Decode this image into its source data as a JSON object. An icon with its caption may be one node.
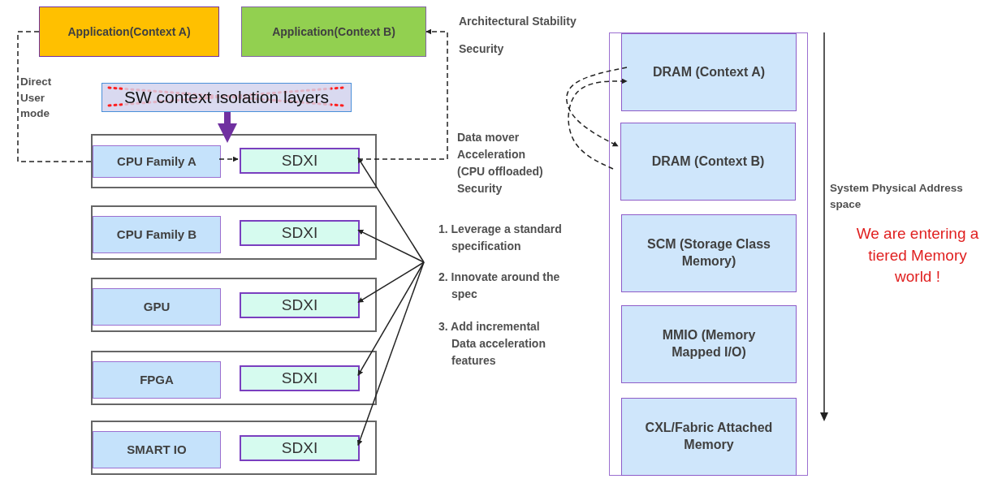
{
  "diagram": {
    "nodes": [
      {
        "text": [
          "Application(Context  A)"
        ]
      },
      {
        "text": [
          "Application(Context B)"
        ]
      },
      {
        "text": [
          "SW context isolation layers"
        ]
      },
      {
        "text": [],
        "shape": "box"
      },
      {
        "text": [
          "CPU Family A"
        ],
        "in": 3
      },
      {
        "text": [
          "SDXI"
        ],
        "in": 3
      },
      {
        "text": [],
        "shape": "box"
      },
      {
        "text": [
          "CPU Family B"
        ],
        "in": 6
      },
      {
        "text": [
          "SDXI"
        ],
        "in": 6
      },
      {
        "text": [],
        "shape": "box"
      },
      {
        "text": [
          "GPU"
        ],
        "in": 9
      },
      {
        "text": [
          "SDXI"
        ],
        "in": 9
      },
      {
        "text": [],
        "shape": "box"
      },
      {
        "text": [
          "FPGA"
        ],
        "in": 12
      },
      {
        "text": [
          "SDXI"
        ],
        "in": 12
      },
      {
        "text": [],
        "shape": "box"
      },
      {
        "text": [
          "SMART IO"
        ],
        "in": 15
      },
      {
        "text": [
          "SDXI"
        ],
        "in": 15
      },
      {
        "text": [],
        "shape": "box"
      },
      {
        "text": [
          "DRAM (Context A)"
        ],
        "in": 18
      },
      {
        "text": [
          "DRAM (Context B)"
        ],
        "in": 18
      },
      {
        "text": [
          "SCM (Storage Class Memory)"
        ],
        "in": 18
      },
      {
        "text": [
          "MMIO (Memory Mapped I/O)"
        ],
        "in": 18
      },
      {
        "text": [
          "CXL/Fabric Attached Memory"
        ],
        "in": 18
      }
    ],
    "edges": [
      {
        "from": 0,
        "to": 4,
        "arrow": "none",
        "style": "dashed",
        "label": "Direct User mode"
      },
      {
        "from": 4,
        "to": 5,
        "arrow": "to",
        "style": "dashed"
      },
      {
        "from": 5,
        "to": 1,
        "arrow": "to",
        "style": "dashed"
      },
      {
        "from": 2,
        "to": 3,
        "arrow": "to",
        "style": "thick",
        "color": "#7030a0"
      },
      {
        "from": null,
        "to": 5,
        "arrow": "to"
      },
      {
        "from": null,
        "to": 8,
        "arrow": "to"
      },
      {
        "from": null,
        "to": 11,
        "arrow": "to"
      },
      {
        "from": null,
        "to": 14,
        "arrow": "to"
      },
      {
        "from": null,
        "to": 17,
        "arrow": "to"
      },
      {
        "from": 19,
        "to": 20,
        "arrow": "to",
        "style": "dashed"
      },
      {
        "from": 20,
        "to": 19,
        "arrow": "to",
        "style": "dashed"
      }
    ],
    "labels": [
      "Architectural Stability",
      "Security",
      "Data mover Acceleration (CPU offloaded) Security",
      "1. Leverage a standard specification",
      "2. Innovate around the spec",
      "3. Add incremental Data acceleration features",
      "System Physical Address space",
      "We are entering  a tiered Memory world !"
    ]
  }
}
